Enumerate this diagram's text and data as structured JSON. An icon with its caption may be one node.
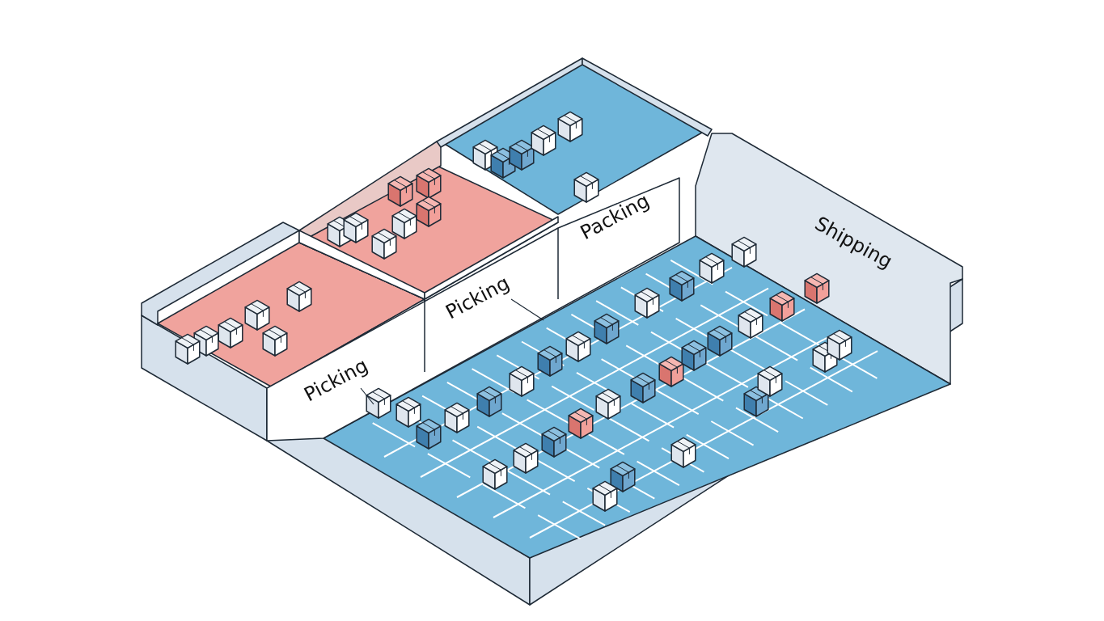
{
  "diagram": {
    "nodes": [
      {
        "text": [
          "Picking"
        ]
      },
      {
        "text": [
          "Picking"
        ]
      },
      {
        "text": [
          "Packing"
        ]
      },
      {
        "text": [
          "Shipping"
        ]
      },
      {
        "text": [],
        "shape": "picture"
      }
    ],
    "edges": [
      {
        "from": 0,
        "to": 4,
        "arrow": "none"
      },
      {
        "from": 1,
        "to": null,
        "arrow": "none"
      }
    ]
  }
}
